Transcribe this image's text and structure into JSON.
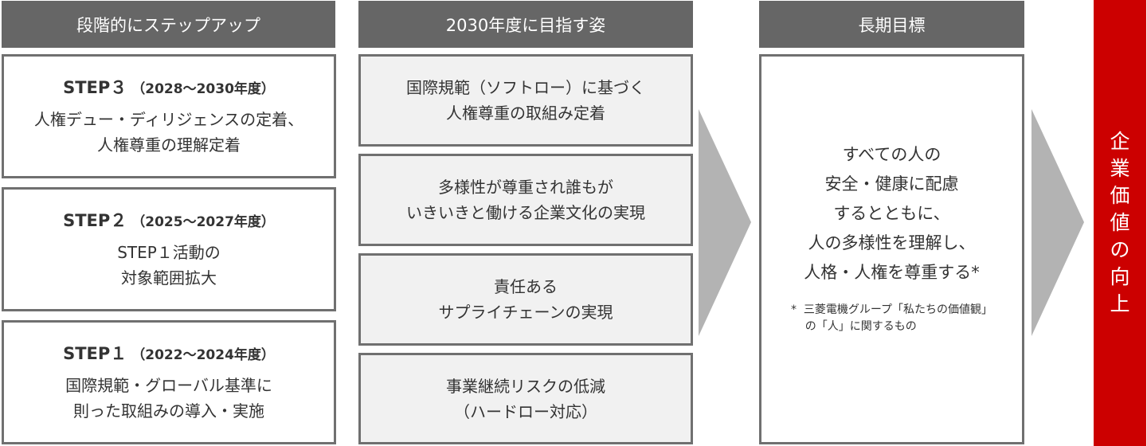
{
  "columns": {
    "steps": {
      "header": "段階的にステップアップ",
      "items": [
        {
          "title": "STEP３",
          "years": "（2028～2030年度）",
          "lines": [
            "人権デュー・ディリジェンスの定着、",
            "人権尊重の理解定着"
          ]
        },
        {
          "title": "STEP２",
          "years": "（2025～2027年度）",
          "lines": [
            "STEP１活動の",
            "対象範囲拡大"
          ]
        },
        {
          "title": "STEP１",
          "years": "（2022～2024年度）",
          "lines": [
            "国際規範・グローバル基準に",
            "則った取組みの導入・実施"
          ]
        }
      ]
    },
    "vision2030": {
      "header": "2030年度に目指す姿",
      "items": [
        {
          "lines": [
            "国際規範（ソフトロー）に基づく",
            "人権尊重の取組み定着"
          ]
        },
        {
          "lines": [
            "多様性が尊重され誰もが",
            "いきいきと働ける企業文化の実現"
          ]
        },
        {
          "lines": [
            "責任ある",
            "サプライチェーンの実現"
          ]
        },
        {
          "lines": [
            "事業継続リスクの低減",
            "（ハードロー対応）"
          ]
        }
      ]
    },
    "longterm": {
      "header": "長期目標",
      "lines": [
        "すべての人の",
        "安全・健康に配慮",
        "するとともに、",
        "人の多様性を理解し、",
        "人格・人権を尊重する*"
      ],
      "note_lines": [
        "*  三菱電機グループ「私たちの価値観」",
        "    の「人」に関するもの"
      ]
    },
    "outcome": {
      "chars": [
        "企",
        "業",
        "価",
        "値",
        "の",
        "向",
        "上"
      ]
    }
  },
  "colors": {
    "header_bg": "#666666",
    "accent_red": "#cc0000",
    "arrow_gray": "#b3b3b3",
    "box_border": "#707070",
    "vision_box_bg": "#f1f1f1"
  },
  "icons": [
    "arrow-right-icon",
    "arrow-right-icon"
  ]
}
